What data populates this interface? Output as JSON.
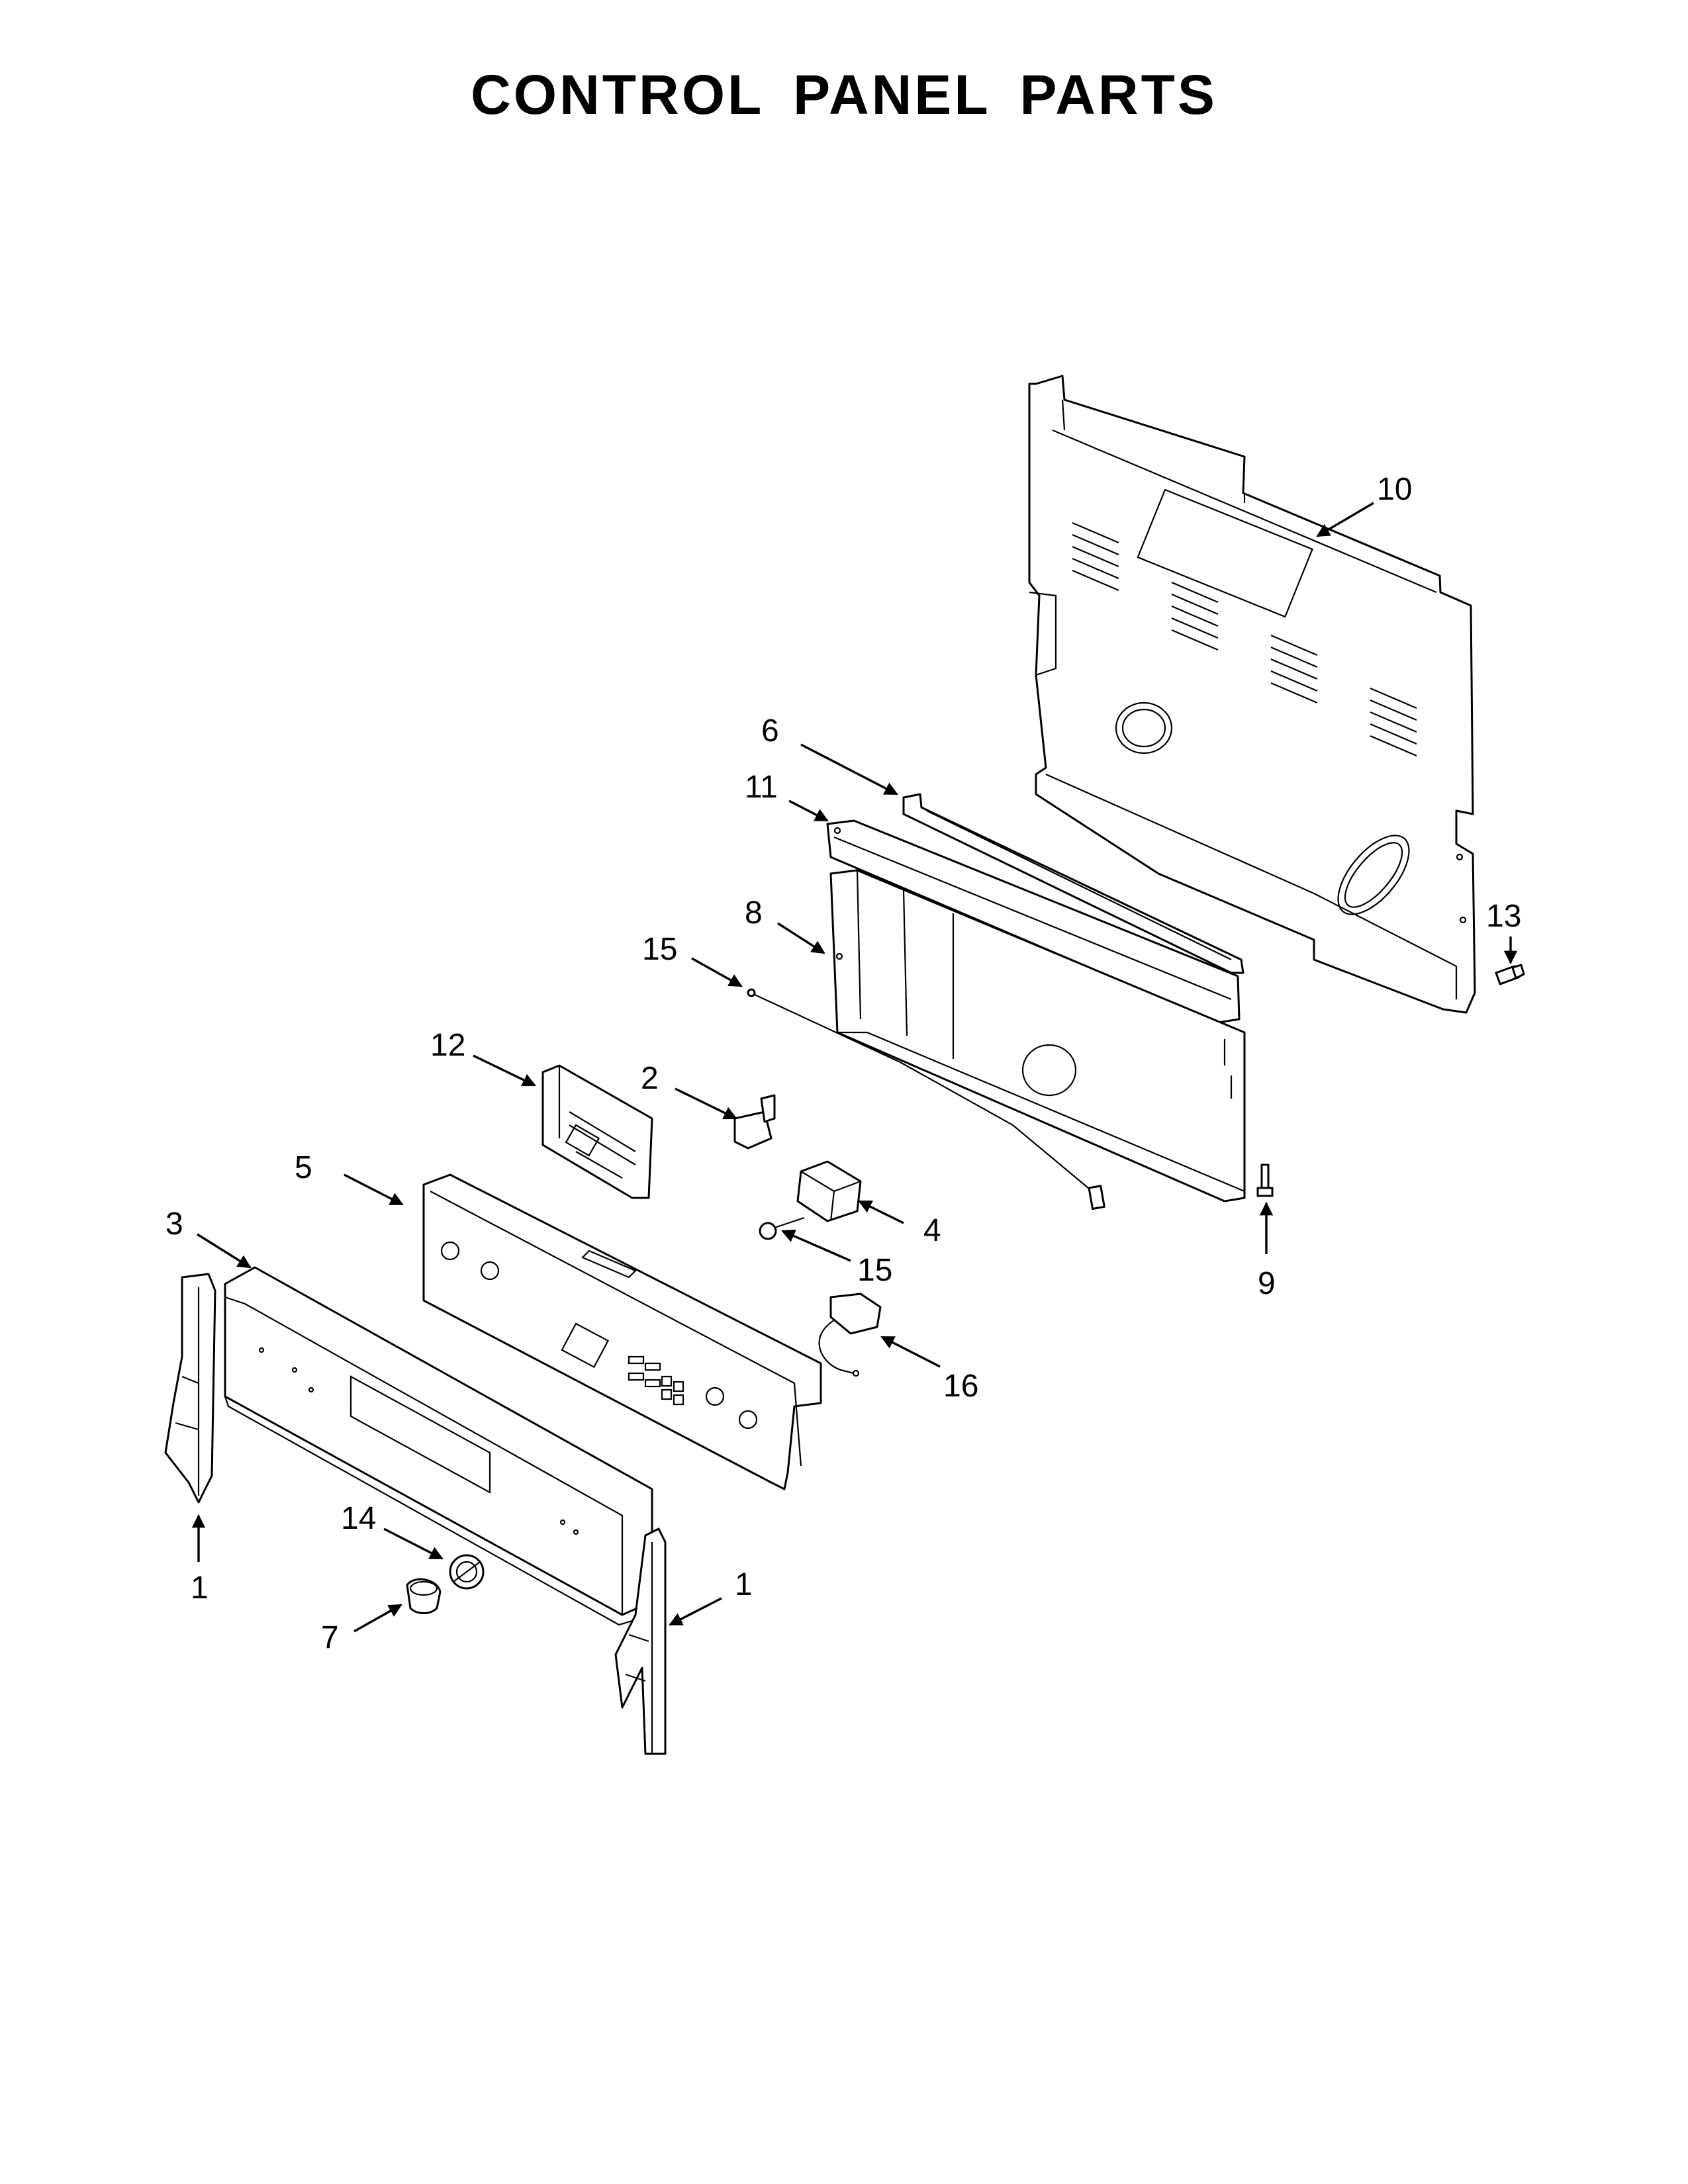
{
  "page": {
    "title": "CONTROL PANEL PARTS"
  },
  "callouts": [
    {
      "id": "c10",
      "label": "10"
    },
    {
      "id": "c6",
      "label": "6"
    },
    {
      "id": "c11",
      "label": "11"
    },
    {
      "id": "c13",
      "label": "13"
    },
    {
      "id": "c8",
      "label": "8"
    },
    {
      "id": "c15a",
      "label": "15"
    },
    {
      "id": "c12",
      "label": "12"
    },
    {
      "id": "c2",
      "label": "2"
    },
    {
      "id": "c5",
      "label": "5"
    },
    {
      "id": "c4",
      "label": "4"
    },
    {
      "id": "c15b",
      "label": "15"
    },
    {
      "id": "c9",
      "label": "9"
    },
    {
      "id": "c3",
      "label": "3"
    },
    {
      "id": "c16",
      "label": "16"
    },
    {
      "id": "c14",
      "label": "14"
    },
    {
      "id": "c1a",
      "label": "1"
    },
    {
      "id": "c1b",
      "label": "1"
    },
    {
      "id": "c7",
      "label": "7"
    }
  ]
}
